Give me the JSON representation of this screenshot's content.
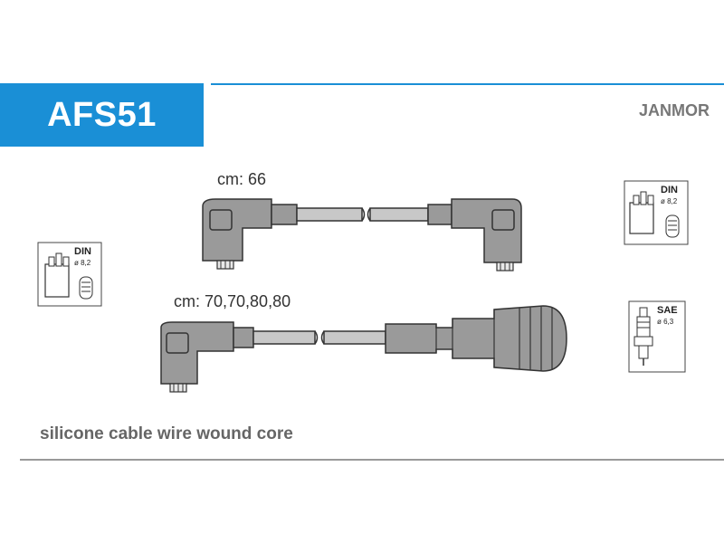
{
  "header": {
    "part_number": "AFS51",
    "brand": "JANMOR"
  },
  "cables": {
    "top_length_label": "cm: 66",
    "bottom_length_label": "cm: 70,70,80,80"
  },
  "connectors": {
    "left_cap": {
      "standard": "DIN",
      "diameter": "ø 8,2"
    },
    "right_cap": {
      "standard": "DIN",
      "diameter": "ø 8,2"
    },
    "right_plug": {
      "standard": "SAE",
      "diameter": "ø 6,3"
    }
  },
  "footer": {
    "description": "silicone cable wire wound core"
  }
}
